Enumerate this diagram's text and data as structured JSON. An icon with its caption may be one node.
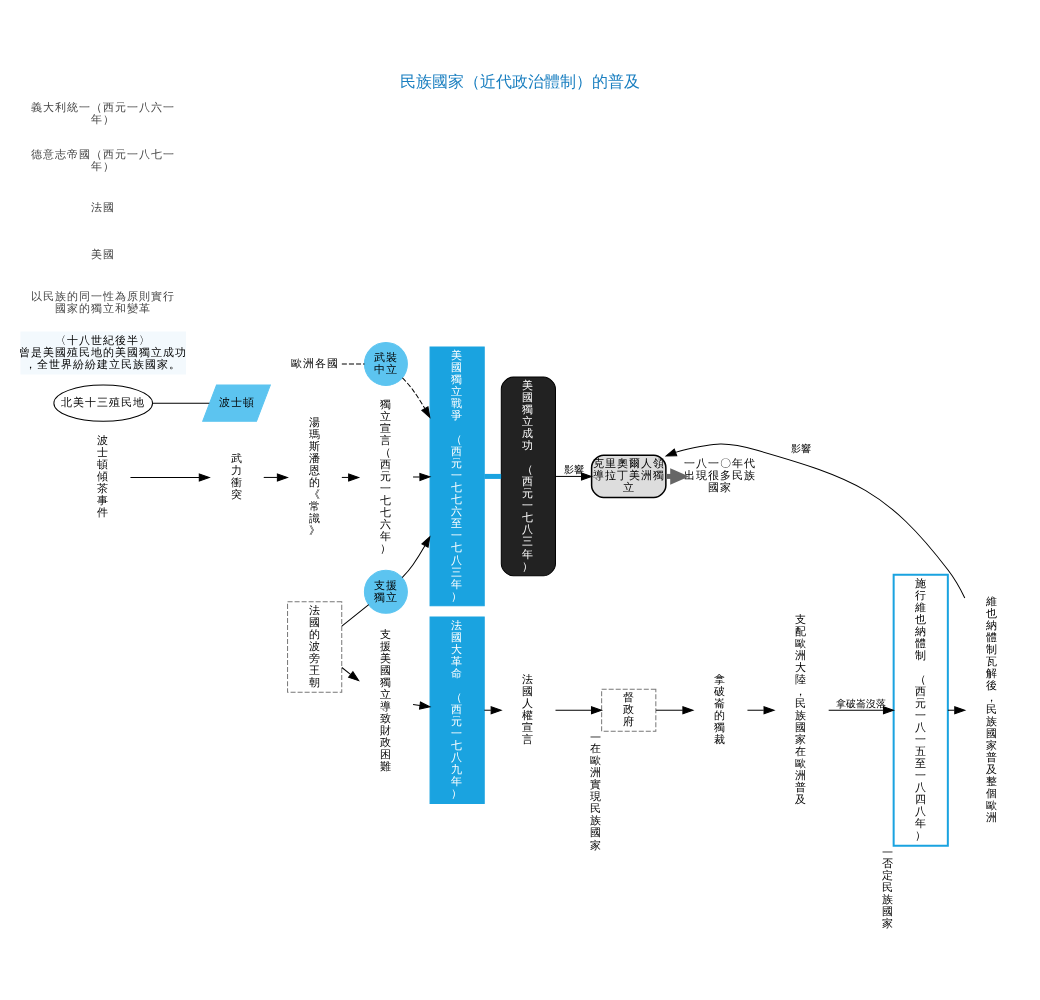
{
  "diagram": {
    "title": "民族國家（近代政治體制）的普及",
    "nodes": [
      {
        "text": [
          "波士頓傾茶事件"
        ]
      },
      {
        "text": [
          "武力衝突"
        ]
      },
      {
        "text": [
          "湯瑪斯潘恩的《常識》"
        ]
      },
      {
        "text": [
          "獨立宣言（西元一七七六年）"
        ]
      },
      {
        "text": [
          "美國獨立戰爭",
          "（西元一七七六至一七八三年）"
        ]
      },
      {
        "text": [
          "武裝中立"
        ]
      },
      {
        "text": [
          "歐洲各國"
        ]
      },
      {
        "text": [
          "支援獨立"
        ]
      },
      {
        "text": [
          "法國的波旁王朝"
        ]
      },
      {
        "text": [
          "支援美國獨立導致財政困難"
        ]
      },
      {
        "text": [
          "法國大革命",
          "（西元一七八九年）"
        ]
      },
      {
        "text": [
          "法國人權宣言"
        ]
      },
      {
        "text": [
          "督政府"
        ],
        "beside": [
          "—在歐洲實現民族國家"
        ]
      },
      {
        "text": [
          "拿破崙的獨裁"
        ]
      },
      {
        "text": [
          "支配歐洲大陸，民族國家在歐洲普及"
        ]
      },
      {
        "text": [
          "施行維也納體制",
          "（西元一八一五至一八四八年）"
        ],
        "beside": [
          "—否定民族國家"
        ]
      },
      {
        "text": [
          "維也納體制瓦解後，民族國家普及整個歐洲"
        ]
      },
      {
        "text": [
          "美國獨立成功",
          "（西元一七八三年）"
        ]
      },
      {
        "text": [
          "克里奧爾人領導拉丁美洲獨立"
        ]
      },
      {
        "text": [
          "一八一〇年代出現很多民族國家"
        ]
      },
      {
        "text": [
          "波士頓"
        ]
      },
      {
        "text": [
          "北美十三殖民地"
        ]
      },
      {
        "text": [
          "〈十八世紀後半〉",
          "曾是美國殖民地的美國獨立成功，全世界紛紛建立民族國家。"
        ]
      }
    ],
    "edges": [
      {
        "from": 0,
        "to": 1,
        "arrow": "to"
      },
      {
        "from": 1,
        "to": 2,
        "arrow": "to"
      },
      {
        "from": 2,
        "to": 3,
        "arrow": "to"
      },
      {
        "from": 3,
        "to": 4,
        "arrow": "to"
      },
      {
        "from": 6,
        "to": 5,
        "arrow": "none",
        "style": "dashed"
      },
      {
        "from": 5,
        "to": 4,
        "arrow": "to",
        "style": "dashed"
      },
      {
        "from": 8,
        "to": 7,
        "arrow": "none"
      },
      {
        "from": 7,
        "to": 4,
        "arrow": "to"
      },
      {
        "from": 8,
        "to": 9,
        "arrow": "to"
      },
      {
        "from": 9,
        "to": 10,
        "arrow": "to"
      },
      {
        "from": 10,
        "to": 11,
        "arrow": "to"
      },
      {
        "from": 11,
        "to": 12,
        "arrow": "to"
      },
      {
        "from": 12,
        "to": 13,
        "arrow": "to"
      },
      {
        "from": 13,
        "to": 14,
        "arrow": "to"
      },
      {
        "from": 14,
        "to": 15,
        "arrow": "to",
        "label": "拿破崙沒落"
      },
      {
        "from": 15,
        "to": 16,
        "arrow": "to"
      },
      {
        "from": 4,
        "to": 17,
        "arrow": "none",
        "style": "thick",
        "color": "#1aa3e0"
      },
      {
        "from": 16,
        "to": 18,
        "arrow": "to",
        "label": "影響"
      },
      {
        "from": 17,
        "to": 18,
        "arrow": "to",
        "label": "影響"
      },
      {
        "from": 18,
        "to": 19,
        "arrow": "to",
        "style": "thick",
        "color": "#666666"
      },
      {
        "from": 21,
        "to": 20,
        "arrow": "none"
      }
    ],
    "labels": [
      "以民族的同一性為原則實行國家的獨立和變革",
      "美國",
      "法國",
      "德意志帝國（西元一八七一年）",
      "義大利統一（西元一八六一年）"
    ]
  }
}
